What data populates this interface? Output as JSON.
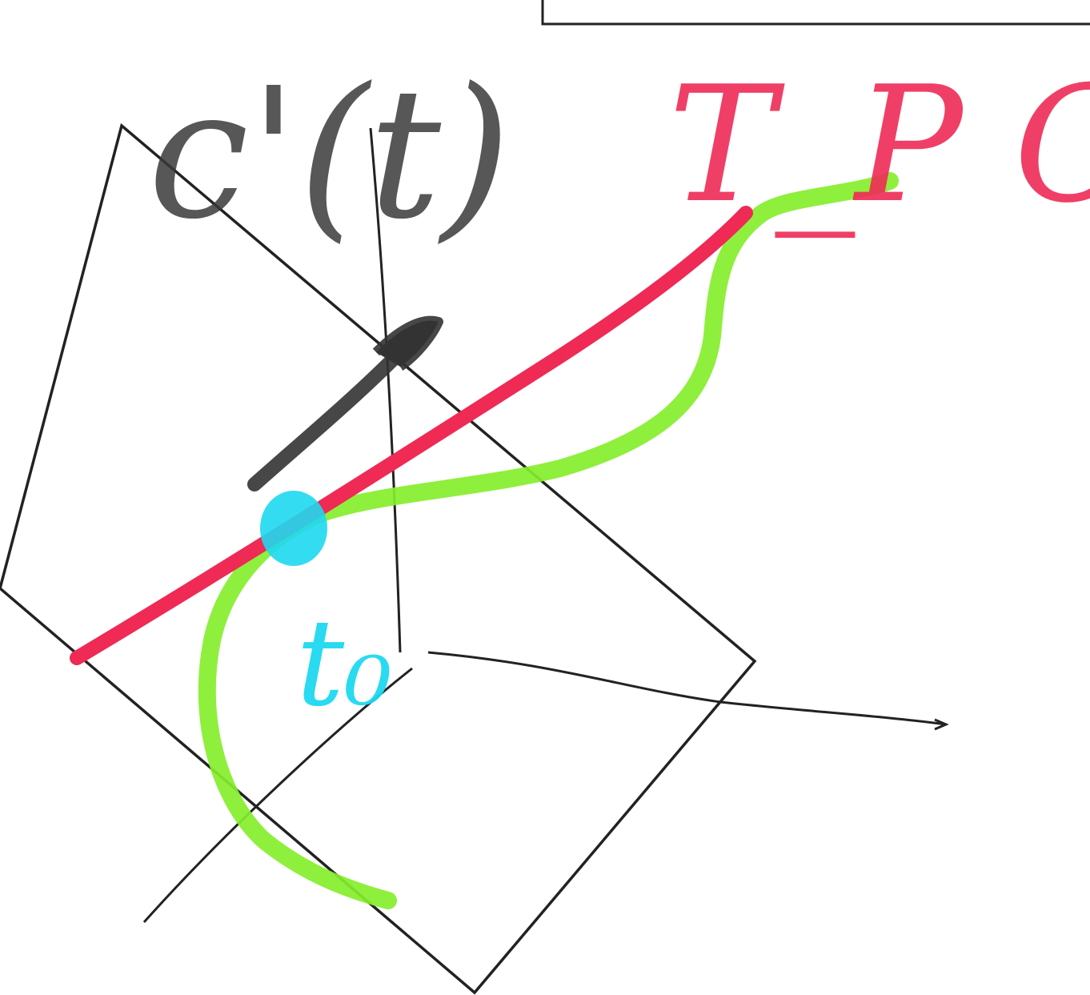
{
  "labels": {
    "derivative": "c'(t)",
    "tangent_space": "T_P C",
    "point": "t₀"
  },
  "colors": {
    "background": "#ffffff",
    "ink": "#222222",
    "derivative_ink": "#3a3a3a",
    "tangent_line": "#ee2a55",
    "curve": "#7fe82a",
    "point": "#1ed8f0"
  }
}
